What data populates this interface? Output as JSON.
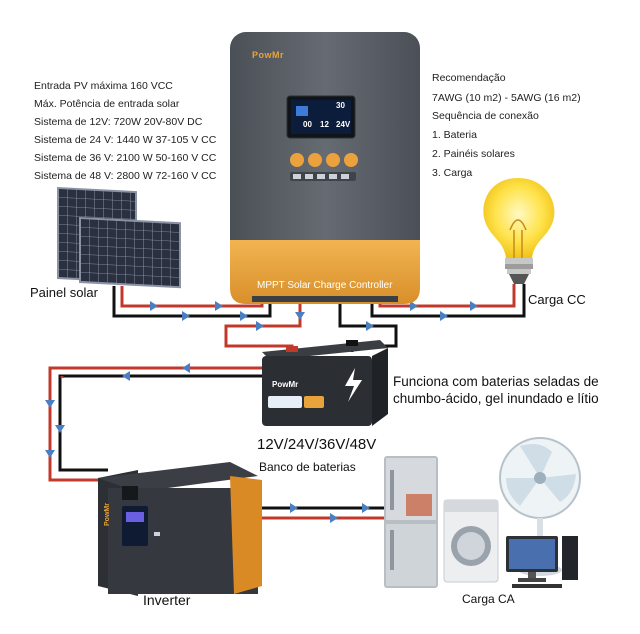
{
  "left_specs": [
    "Entrada PV máxima 160 VCC",
    "Máx. Potência de entrada solar",
    "Sistema de 12V: 720W 20V-80V DC",
    "Sistema de 24 V: 1440 W 37-105 V CC",
    "Sistema de 36 V: 2100 W 50-160 V CC",
    "Sistema de 48 V: 2800 W 72-160 V CC"
  ],
  "right_specs": [
    "Recomendação",
    "7AWG (10 m2) - 5AWG (16 m2)",
    "Sequência de conexão",
    "1. Bateria",
    "2. Painéis solares",
    "3. Carga"
  ],
  "controller": {
    "brand": "PowMr",
    "label": "MPPT Solar Charge Controller",
    "lcd_top": "30",
    "lcd_values": [
      "00",
      "12",
      "24V"
    ]
  },
  "battery": {
    "brand": "PowMr",
    "voltages": "12V/24V/36V/48V",
    "bank_label": "Banco de baterias",
    "note_line1": "Funciona com baterias seladas de",
    "note_line2": "chumbo-ácido, gel inundado e lítio"
  },
  "labels": {
    "solar_panel": "Painel solar",
    "dc_load": "Carga CC",
    "inverter": "Inverter",
    "ac_load": "Carga CA"
  },
  "inverter": {
    "brand": "PowMr"
  },
  "colors": {
    "controller_body": "#5a5f66",
    "controller_accent": "#e8a33a",
    "wire_red": "#c0392b",
    "wire_black": "#111111",
    "arrow_blue": "#4a7fc1"
  }
}
